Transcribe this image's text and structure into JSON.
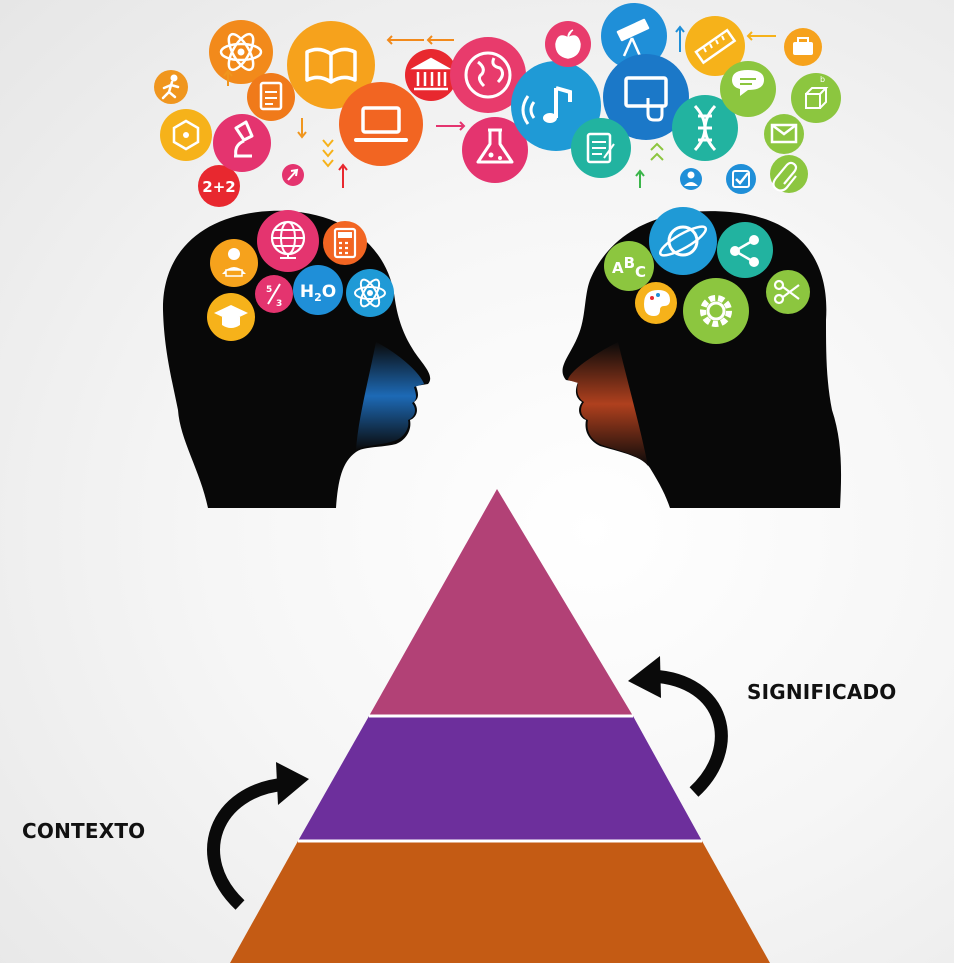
{
  "labels": {
    "significado": "SIGNIFICADO",
    "contexto": "CONTEXTO"
  },
  "icon_texts": {
    "math": "2+2",
    "water": "H2O",
    "abc": "ABC"
  },
  "colors": {
    "pyramid_top": "#b24176",
    "pyramid_middle": "#6d2f9c",
    "pyramid_bottom": "#c45b14",
    "arrow": "#0a0a0a",
    "head": "#080808",
    "face_left": "#1e6fbf",
    "face_right": "#b8431f"
  },
  "icons": {
    "cloud": [
      "running-person-icon",
      "atom-icon",
      "book-icon",
      "arrow-icon",
      "bank-icon",
      "globe-icon",
      "apple-icon",
      "telescope-icon",
      "ruler-icon",
      "briefcase-icon",
      "molecule-icon",
      "clipboard-icon",
      "microscope-icon",
      "laptop-icon",
      "flask-icon",
      "music-icon",
      "touchscreen-icon",
      "speech-bubble-icon",
      "cube-icon",
      "checklist-icon",
      "dna-icon",
      "mail-icon",
      "math-icon",
      "rocket-icon",
      "user-icon",
      "checkbox-icon",
      "paperclip-icon"
    ],
    "left_head": [
      "student-icon",
      "wireframe-globe-icon",
      "calculator-icon",
      "graduation-cap-icon",
      "fraction-icon",
      "water-molecule-icon",
      "atom-icon"
    ],
    "right_head": [
      "abc-icon",
      "planet-icon",
      "share-icon",
      "palette-icon",
      "gear-icon",
      "scissors-icon"
    ]
  }
}
